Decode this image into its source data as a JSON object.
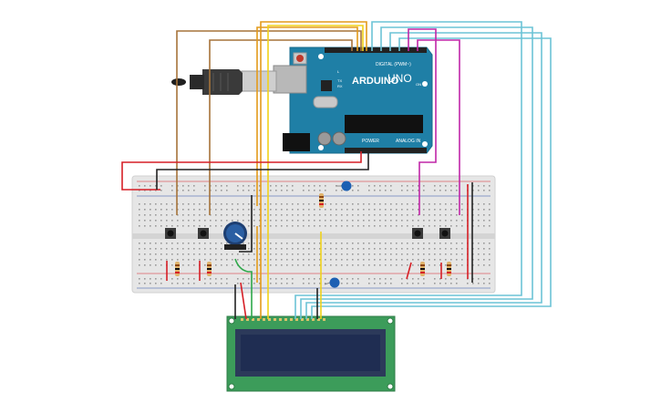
{
  "colors": {
    "background": "#ffffff",
    "breadboard": "#e6e6e6",
    "breadboard_hole": "#9a9a9a",
    "rail_red": "#d61f26",
    "arduino_board": "#1f7fa6",
    "arduino_dark": "#176b8c",
    "lcd_board": "#3c9c5a",
    "lcd_screen": "#1f2d52",
    "wire_cyan": "#6cc3d6",
    "wire_brown": "#a6733a",
    "wire_orange": "#e39a1a",
    "wire_yellow": "#f0d21a",
    "wire_magenta": "#c026a8",
    "wire_red": "#d61f26",
    "wire_black": "#222222",
    "wire_green": "#2ea84a",
    "capacitor": "#1c5fb3",
    "potentiometer": "#2b5fa3"
  },
  "arduino": {
    "brand": "ARDUINO",
    "model": "UNO",
    "digital_label": "DIGITAL (PWM~)",
    "power_label": "POWER",
    "analog_label": "ANALOG IN",
    "tx_label": "TX",
    "rx_label": "RX",
    "l_label": "L",
    "on_label": "ON"
  },
  "icons": {
    "usb_cable": "usb-cable-icon",
    "reset_button": "reset-button-icon"
  }
}
